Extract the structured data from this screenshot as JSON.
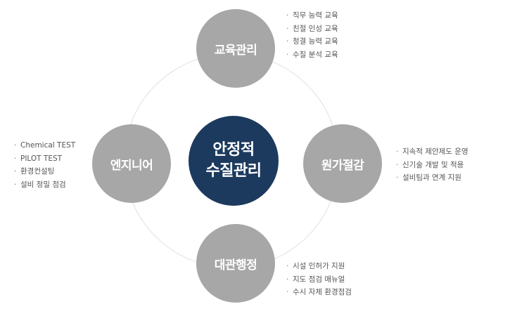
{
  "center": {
    "line1": "안정적",
    "line2": "수질관리"
  },
  "nodes": {
    "top": {
      "title": "교육관리",
      "items": [
        "직무 능력 교육",
        "친절 인성 교육",
        "청결 능력 교육",
        "수질 분석 교육"
      ]
    },
    "left": {
      "title": "엔지니어",
      "items": [
        "Chemical TEST",
        "PILOT TEST",
        "환경컨설팅",
        "설비 정밀 점검"
      ]
    },
    "right": {
      "title": "원가절감",
      "items": [
        "지속적 제안제도 운영",
        "신기술 개발 및 적용",
        "설비팀과 연계 지원"
      ]
    },
    "bottom": {
      "title": "대관행정",
      "items": [
        "시설 인허가 지원",
        "지도 점검 매뉴얼",
        "수시 자체 환경점검"
      ]
    }
  },
  "colors": {
    "center": "#1c3a5e",
    "satellite": "#a7a7a7",
    "ring": "#e0e0e0",
    "text": "#555555"
  }
}
